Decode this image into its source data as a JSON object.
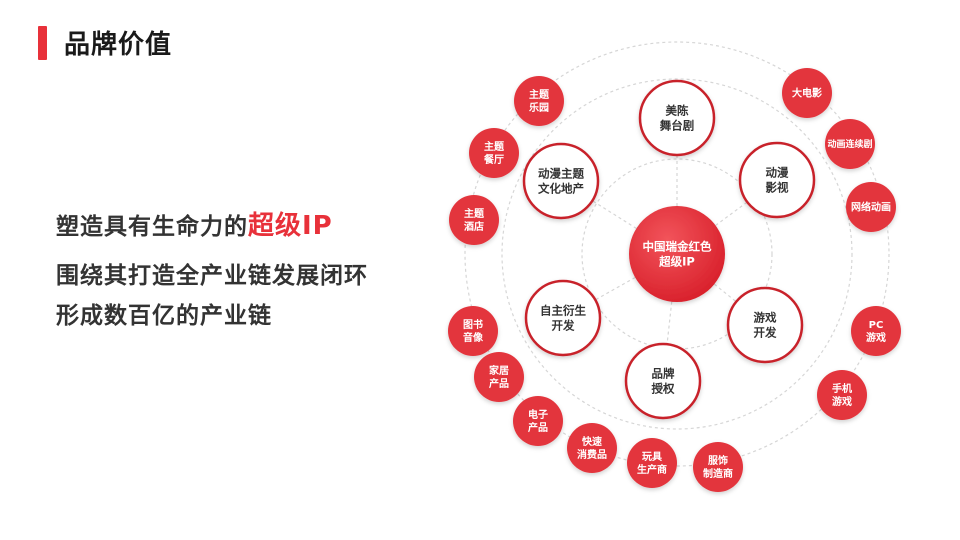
{
  "header": {
    "title": "品牌价值"
  },
  "pitch": {
    "line1_prefix": "塑造具有生命力的",
    "line1_highlight": "超级IP",
    "line2": "围绕其打造全产业链发展闭环",
    "line3": "形成数百亿的产业链"
  },
  "colors": {
    "accent": "#e8313a",
    "outer_node": "#e3343c",
    "ring": "#d6d6d6"
  },
  "diagram": {
    "center": {
      "lines": [
        "中国瑞金红色",
        "超级IP"
      ]
    },
    "mid_nodes": [
      {
        "id": "stage",
        "lines": [
          "美陈",
          "舞台剧"
        ]
      },
      {
        "id": "animation",
        "lines": [
          "动漫",
          "影视"
        ]
      },
      {
        "id": "game",
        "lines": [
          "游戏",
          "开发"
        ]
      },
      {
        "id": "license",
        "lines": [
          "品牌",
          "授权"
        ]
      },
      {
        "id": "derivative",
        "lines": [
          "自主衍生",
          "开发"
        ]
      },
      {
        "id": "realestate",
        "lines": [
          "动漫主题",
          "文化地产"
        ]
      }
    ],
    "outer_nodes": [
      {
        "lines": [
          "主题",
          "乐园"
        ]
      },
      {
        "lines": [
          "大电影"
        ]
      },
      {
        "lines": [
          "主题",
          "餐厅"
        ]
      },
      {
        "lines": [
          "动画连续剧"
        ]
      },
      {
        "lines": [
          "网络动画"
        ]
      },
      {
        "lines": [
          "主题",
          "酒店"
        ]
      },
      {
        "lines": [
          "PC",
          "游戏"
        ]
      },
      {
        "lines": [
          "图书",
          "音像"
        ]
      },
      {
        "lines": [
          "家居",
          "产品"
        ]
      },
      {
        "lines": [
          "手机",
          "游戏"
        ]
      },
      {
        "lines": [
          "电子",
          "产品"
        ]
      },
      {
        "lines": [
          "快速",
          "消费品"
        ]
      },
      {
        "lines": [
          "玩具",
          "生产商"
        ]
      },
      {
        "lines": [
          "服饰",
          "制造商"
        ]
      }
    ]
  }
}
